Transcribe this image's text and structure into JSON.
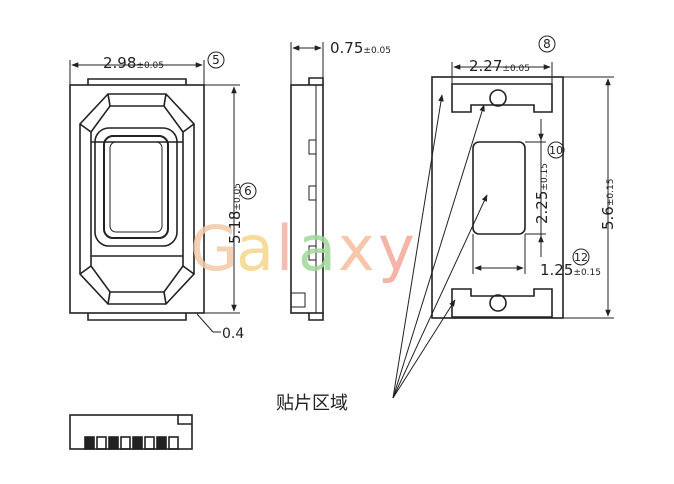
{
  "front_view": {
    "width_value": "2.98",
    "width_tol": "±0.05",
    "width_callout": "5",
    "height_value": "5.18",
    "height_tol": "±0.05",
    "height_callout": "6",
    "corner_value": "0.4"
  },
  "side_view": {
    "thickness_value": "0.75",
    "thickness_tol": "±0.05"
  },
  "back_view": {
    "pad_width_value": "2.27",
    "pad_width_tol": "±0.05",
    "pad_width_callout": "8",
    "window_height_value": "2.25",
    "window_height_tol": "±0.15",
    "window_height_callout": "10",
    "window_width_value": "1.25",
    "window_width_tol": "±0.15",
    "window_width_callout": "12",
    "overall_height_value": "5.6",
    "overall_height_tol": "±0.15"
  },
  "annotation": {
    "solder_area_label": "贴片区域"
  },
  "watermark": {
    "letters": [
      "G",
      "a",
      "l",
      "a",
      "x",
      "y"
    ],
    "colors": [
      "#f4c9a8",
      "#f6d58a",
      "#f3b2a3",
      "#9fd99a",
      "#f7bd9a",
      "#f3a99a"
    ]
  }
}
